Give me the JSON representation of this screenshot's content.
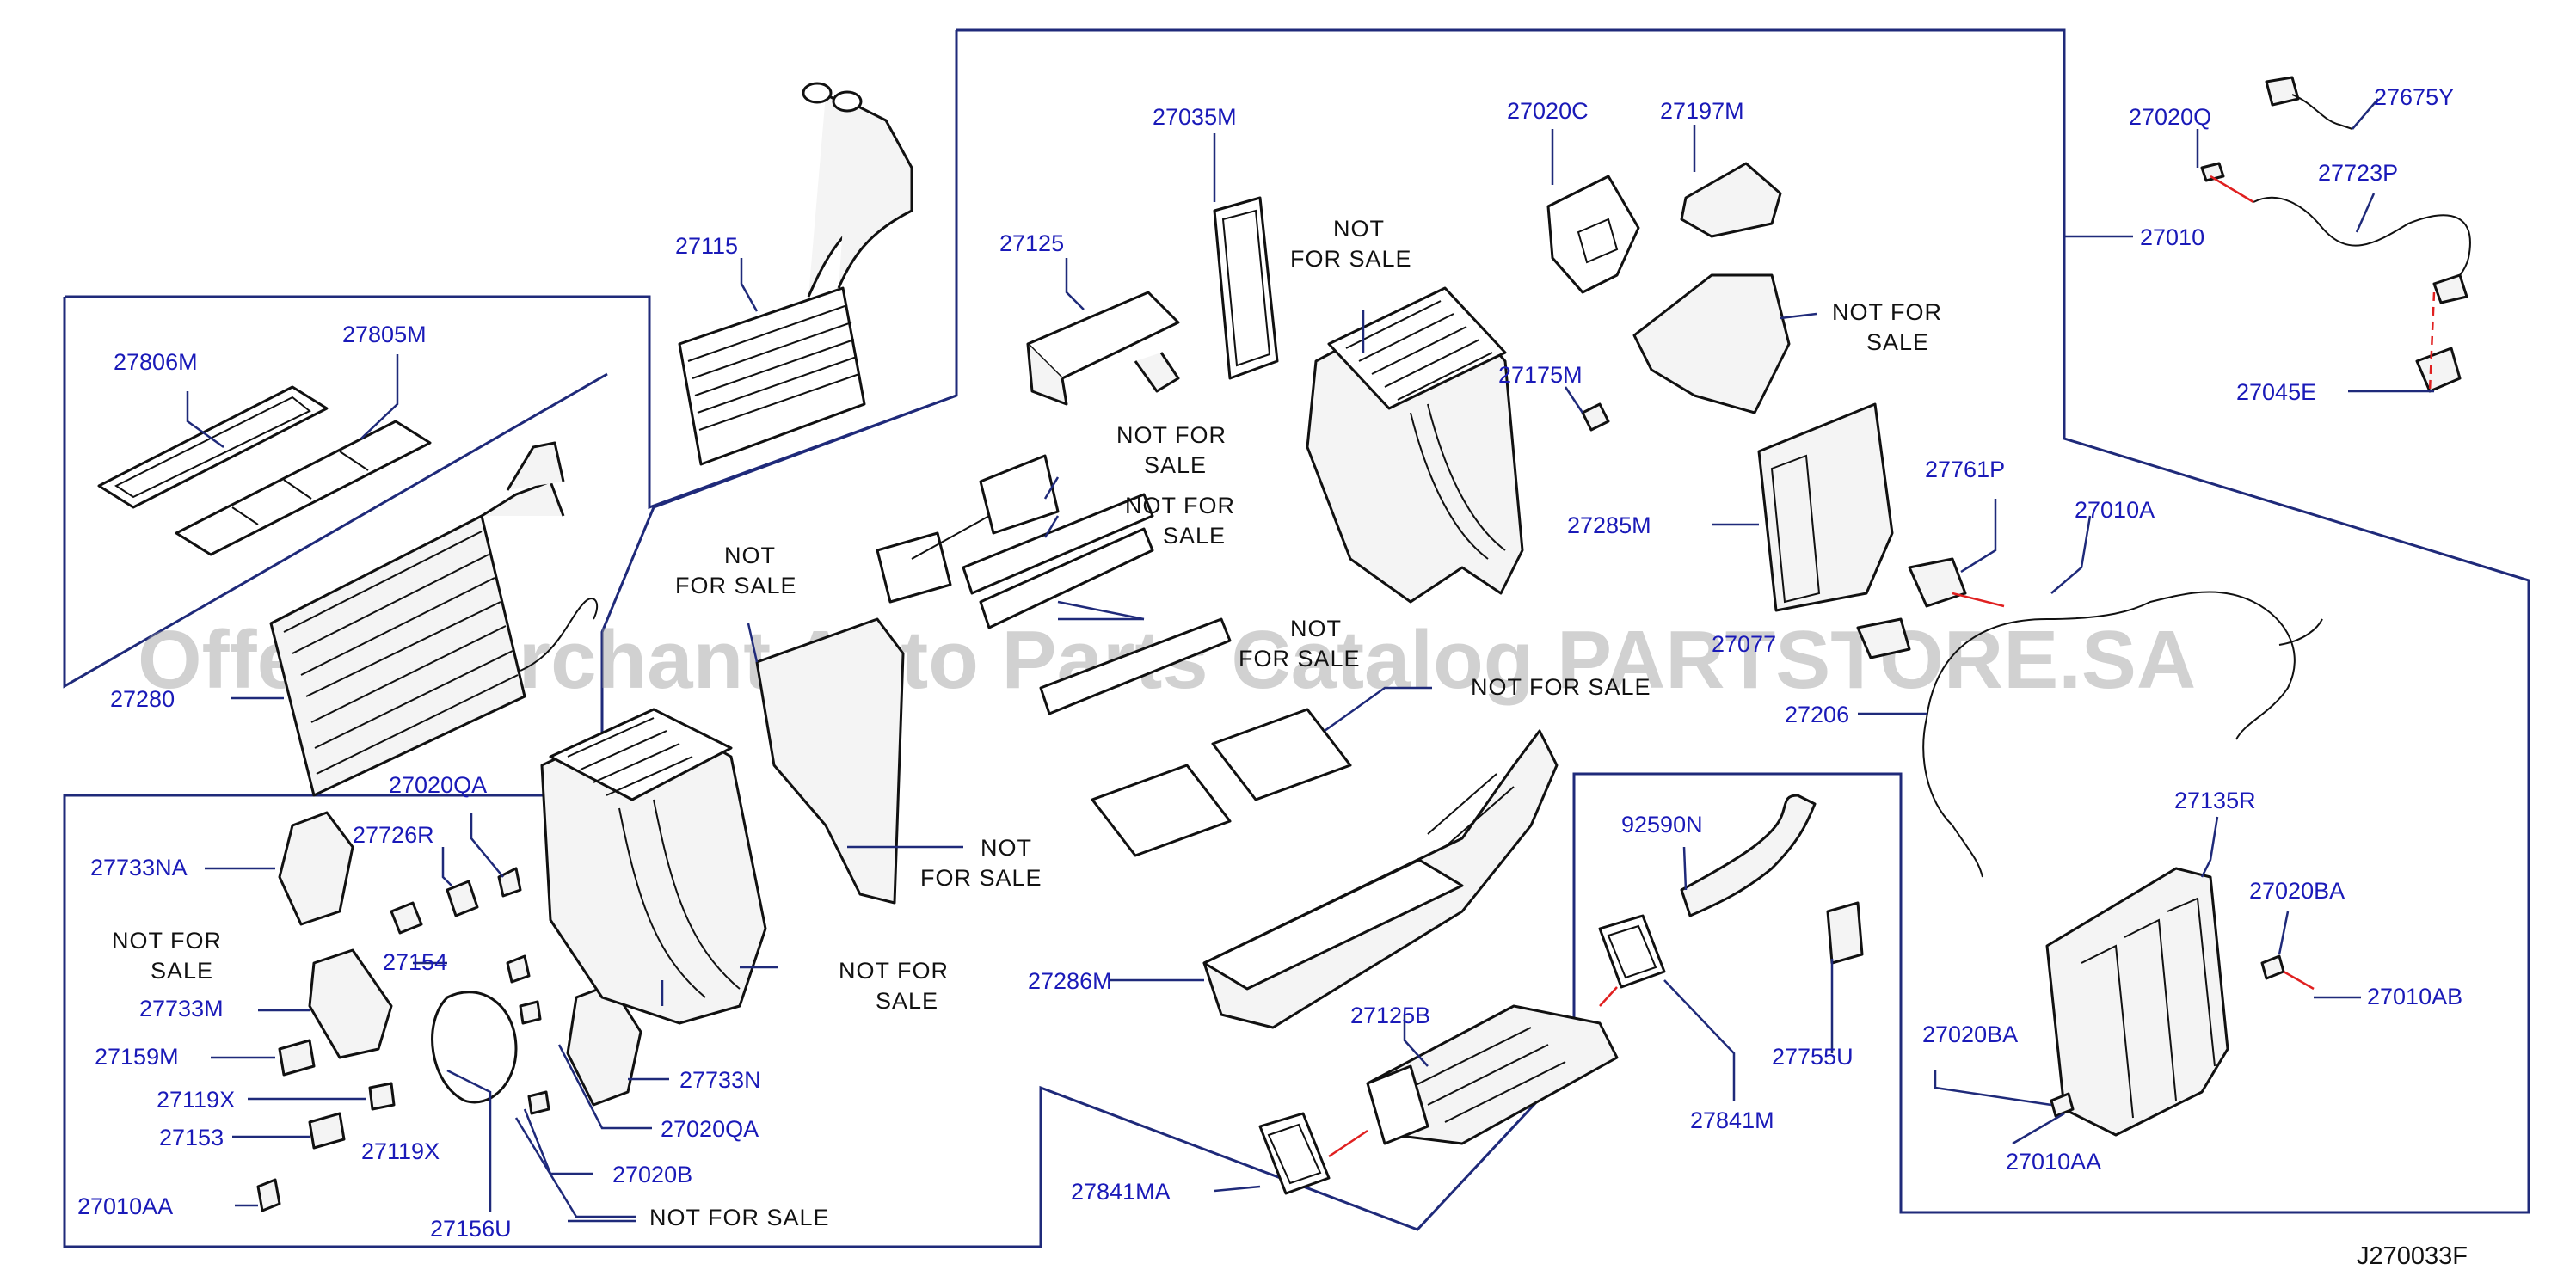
{
  "watermark": "Offers Merchant Auto Parts Catalog PARTSTORE.SA",
  "diagram_code": "J270033F",
  "not_for_sale_line1": "NOT",
  "not_for_sale_line2": "FOR  SALE",
  "not_for_sale_alt1": "NOT  FOR",
  "not_for_sale_alt2": "SALE",
  "not_for_sale_full": "NOT  FOR  SALE",
  "parts": [
    "27115",
    "27806M",
    "27805M",
    "27280",
    "27035M",
    "27125",
    "27020C",
    "27197M",
    "27175M",
    "27285M",
    "27020Q",
    "27675Y",
    "27723P",
    "27010",
    "27045E",
    "27761P",
    "27010A",
    "27077",
    "27206",
    "27020QA",
    "27726R",
    "27733NA",
    "27154",
    "27733M",
    "27159M",
    "27119X",
    "27153",
    "27119X",
    "27010AA",
    "27156U",
    "27733N",
    "27020QA",
    "27020B",
    "27286M",
    "27125B",
    "92590N",
    "27755U",
    "27841M",
    "27841MA",
    "27135R",
    "27020BA",
    "27010AB",
    "27020BA",
    "27010AA"
  ]
}
